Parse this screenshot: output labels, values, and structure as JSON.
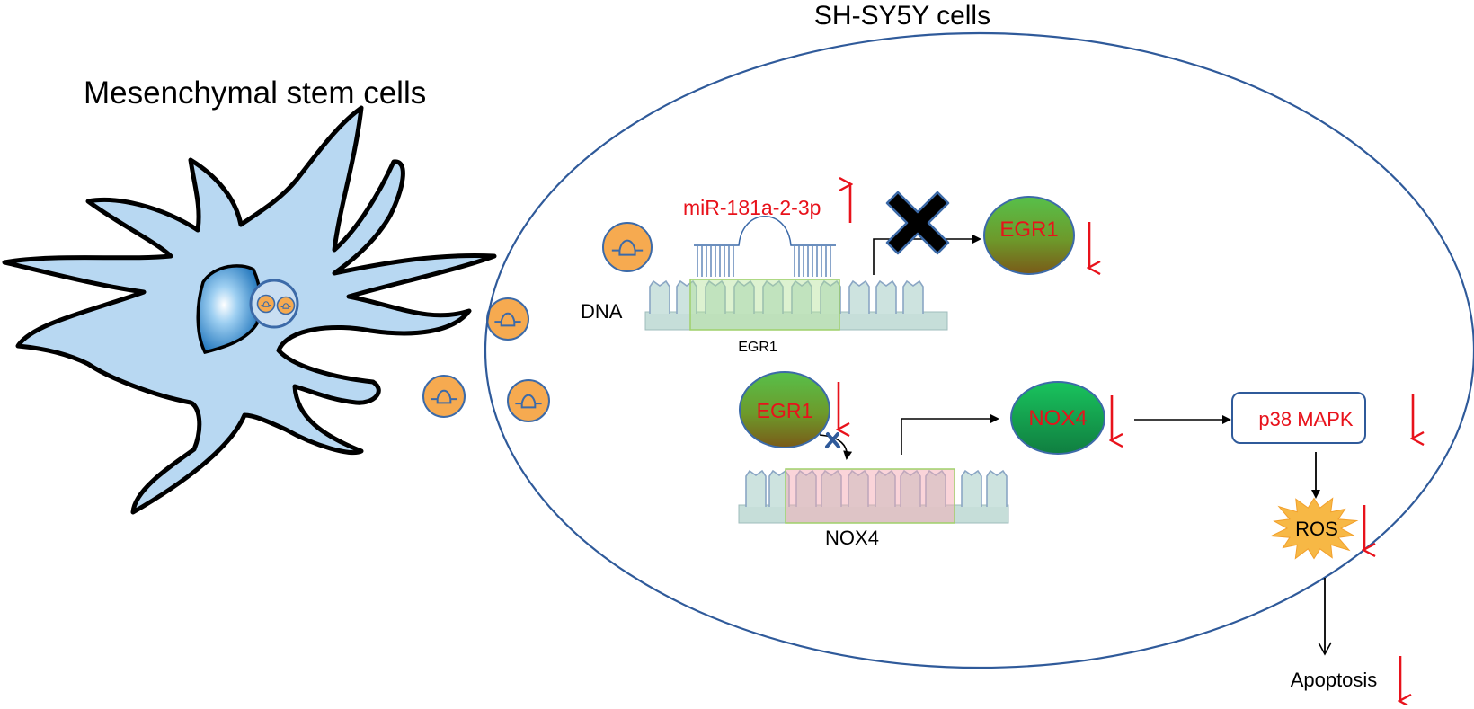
{
  "titles": {
    "msc": "Mesenchymal stem cells",
    "shsy5y": "SH-SY5Y cells"
  },
  "labels": {
    "dna": "DNA",
    "egr1_gene": "EGR1",
    "nox4_gene": "NOX4",
    "mirna": "miR-181a-2-3p",
    "egr1_protein_top": "EGR1",
    "egr1_protein_bottom": "EGR1",
    "nox4_protein": "NOX4",
    "p38": "p38 MAPK",
    "ros": "ROS",
    "apoptosis": "Apoptosis"
  },
  "colors": {
    "cell_fill": "#b8d8f2",
    "nucleus": "#2a7fc0",
    "exosome": "#f6aa50",
    "exosome_edge": "#3c6aa8",
    "outline": "#2f5a9a",
    "up_down_arrow": "#e8121b",
    "text_red": "#e8121b",
    "ros_star": "#f7b845"
  },
  "icons": {
    "blocked": "black-x-icon",
    "inhibit": "blue-x-icon",
    "increase": "red-up-arrow-icon",
    "decrease": "red-down-arrow-icon"
  }
}
